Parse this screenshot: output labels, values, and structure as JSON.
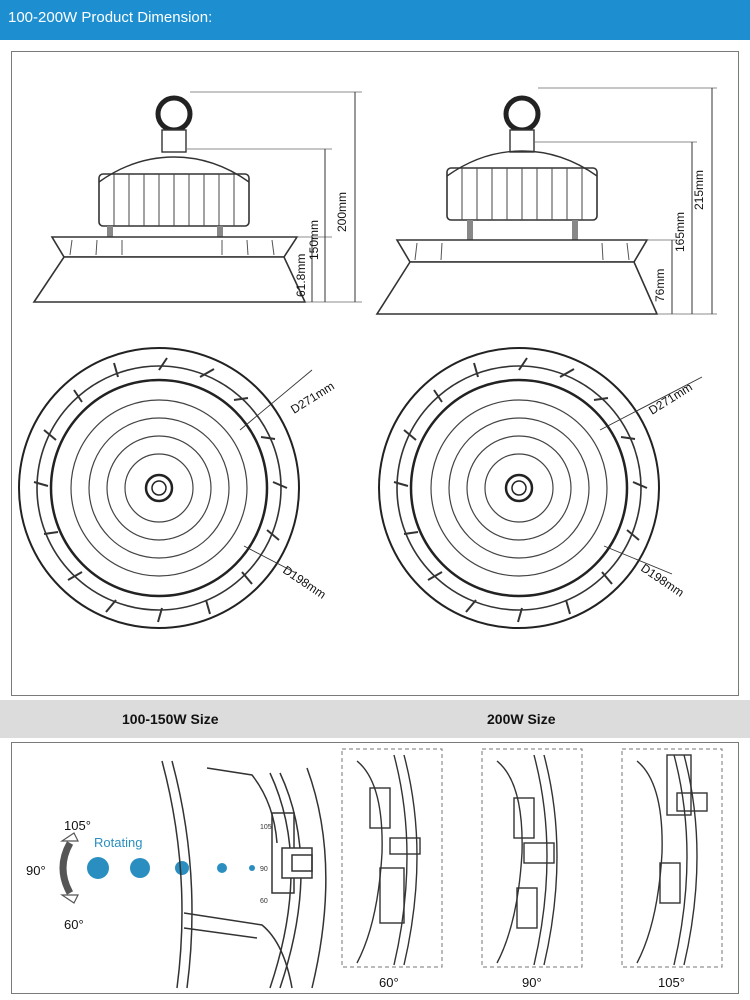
{
  "header": {
    "title": "100-200W Product Dimension:"
  },
  "left_side_view": {
    "dim_total": "200mm",
    "dim_body": "150mm",
    "dim_base": "61.8mm"
  },
  "right_side_view": {
    "dim_total": "215mm",
    "dim_body": "165mm",
    "dim_base": "76mm"
  },
  "left_bottom_view": {
    "outer_diameter": "D271mm",
    "inner_diameter": "D198mm"
  },
  "right_bottom_view": {
    "outer_diameter": "D271mm",
    "inner_diameter": "D198mm"
  },
  "size_labels": {
    "left": "100-150W Size",
    "right": "200W Size"
  },
  "rotation": {
    "label": "Rotating",
    "angle_top": "105°",
    "angle_mid": "90°",
    "angle_bottom": "60°",
    "captions": [
      "60°",
      "90°",
      "105°"
    ],
    "scale_marks": [
      "105",
      "90",
      "60"
    ]
  },
  "colors": {
    "header": "#1d8fd1",
    "rotating_accent": "#2a8fc0",
    "strip": "#dcdcdc"
  }
}
